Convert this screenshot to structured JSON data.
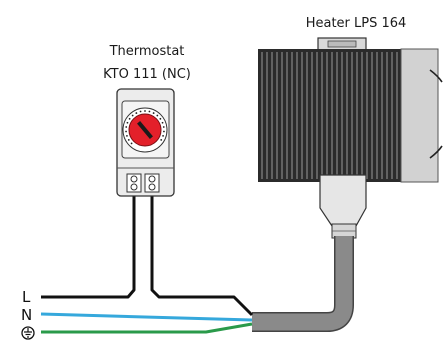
{
  "heater": {
    "label": "Heater LPS 164"
  },
  "thermostat": {
    "label_line1": "Thermostat",
    "label_line2": "KTO 111 (NC)"
  },
  "wires": {
    "l_label": "L",
    "n_label": "N",
    "pe_label": "⏚"
  },
  "colors": {
    "dial_red": "#e3202a",
    "wire_l": "#111111",
    "wire_n": "#35a8dc",
    "wire_pe": "#2a9a4a",
    "cable_gray": "#8a8a8a",
    "heater_dark": "#2b2b2b",
    "heater_light": "#cfcfcf"
  }
}
